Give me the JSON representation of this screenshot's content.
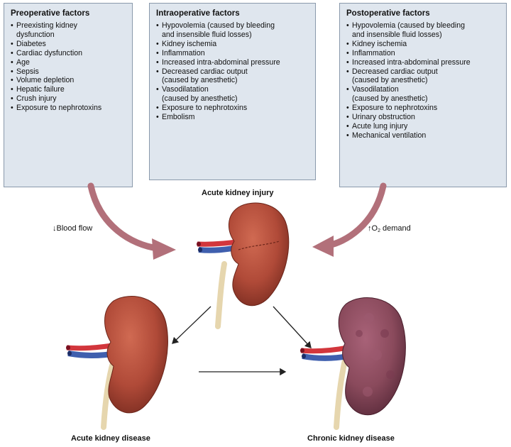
{
  "preoperative": {
    "title": "Preoperative factors",
    "items": [
      "Preexisting kidney",
      "dysfunction",
      "Diabetes",
      "Cardiac dysfunction",
      "Age",
      "Sepsis",
      "Volume depletion",
      "Hepatic failure",
      "Crush injury",
      "Exposure to nephrotoxins"
    ]
  },
  "intraoperative": {
    "title": "Intraoperative factors",
    "items": [
      "Hypovolemia (caused by bleeding",
      "and insensible fluid losses)",
      "Kidney ischemia",
      "Inflammation",
      "Increased intra-abdominal pressure",
      "Decreased cardiac output",
      "(caused by anesthetic)",
      "Vasodilatation",
      "(caused by anesthetic)",
      "Exposure to nephrotoxins",
      "Embolism"
    ]
  },
  "postoperative": {
    "title": "Postoperative factors",
    "items": [
      "Hypovolemia (caused by bleeding",
      "and insensible fluid losses)",
      "Kidney ischemia",
      "Inflammation",
      "Increased intra-abdominal pressure",
      "Decreased cardiac output",
      "(caused by anesthetic)",
      "Vasodilatation",
      "(caused by anesthetic)",
      "Exposure to nephrotoxins",
      "Urinary obstruction",
      "Acute lung injury",
      "Mechanical ventilation"
    ]
  },
  "labels": {
    "aki": "Acute kidney injury",
    "akd": "Acute kidney disease",
    "ckd": "Chronic kidney disease",
    "blood_flow": "Blood flow",
    "o2_prefix": "O",
    "o2_sub": "2",
    "o2_suffix": " demand"
  },
  "colors": {
    "box_fill": "#dfe6ee",
    "curved_arrow": "#b2707a",
    "kidney_healthy": "#b04a38",
    "kidney_chronic": "#8a4a5c",
    "artery": "#d2363c",
    "vein": "#3f5fae",
    "ureter": "#e6d6ae"
  }
}
